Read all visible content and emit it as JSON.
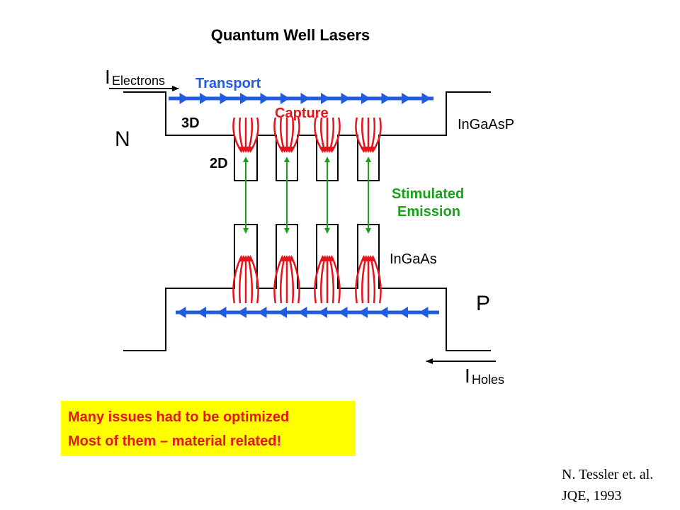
{
  "title": "Quantum Well Lasers",
  "labels": {
    "electrons_current": "I",
    "electrons_sub": "Electrons",
    "holes_current": "I",
    "holes_sub": "Holes",
    "transport": "Transport",
    "capture": "Capture",
    "dim_3d": "3D",
    "dim_2d": "2D",
    "n_region": "N",
    "p_region": "P",
    "barrier_material": "InGaAsP",
    "well_material": "InGaAs",
    "stimulated_line1": "Stimulated",
    "stimulated_line2": "Emission"
  },
  "note": {
    "line1": "Many issues had to be optimized",
    "line2": "Most of them – material related!"
  },
  "citation": {
    "line1": "N. Tessler et. al.",
    "line2": "JQE, 1993"
  },
  "colors": {
    "transport": "#1f5ce0",
    "capture": "#e8141c",
    "emission": "#1aa01a",
    "note_bg": "#ffff00"
  }
}
